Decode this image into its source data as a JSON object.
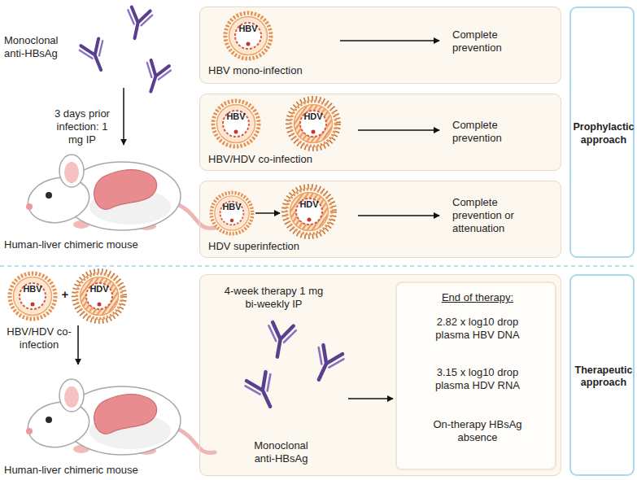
{
  "diagram": {
    "nodes": [
      {
        "text": [
          "HBV mono-infection",
          "Complete prevention"
        ]
      },
      {
        "text": [
          "HBV/HDV co-infection",
          "Complete prevention"
        ]
      },
      {
        "text": [
          "HDV superinfection",
          "Complete prevention or attenuation"
        ]
      },
      {
        "text": [
          "Prophylactic approach"
        ]
      },
      {
        "text": [
          "4-week therapy 1 mg bi-weekly IP",
          "Monoclonal anti-HBsAg"
        ]
      },
      {
        "text": [
          "End of therapy:",
          "2.82 x log10 drop plasma HBV DNA",
          "3.15 x log10 drop plasma HDV RNA",
          "On-therapy HBsAg absence"
        ],
        "in": 4
      },
      {
        "text": [
          "Therapeutic approach"
        ]
      }
    ],
    "labels": [
      "Monoclonal anti-HBsAg",
      "3 days prior infection: 1 mg IP",
      "Human-liver chimeric mouse",
      "HBV",
      "HBV",
      "HDV",
      "HBV",
      "HDV",
      "HBV",
      "+",
      "HDV",
      "HBV/HDV co-infection",
      "Human-liver chimeric mouse"
    ]
  }
}
